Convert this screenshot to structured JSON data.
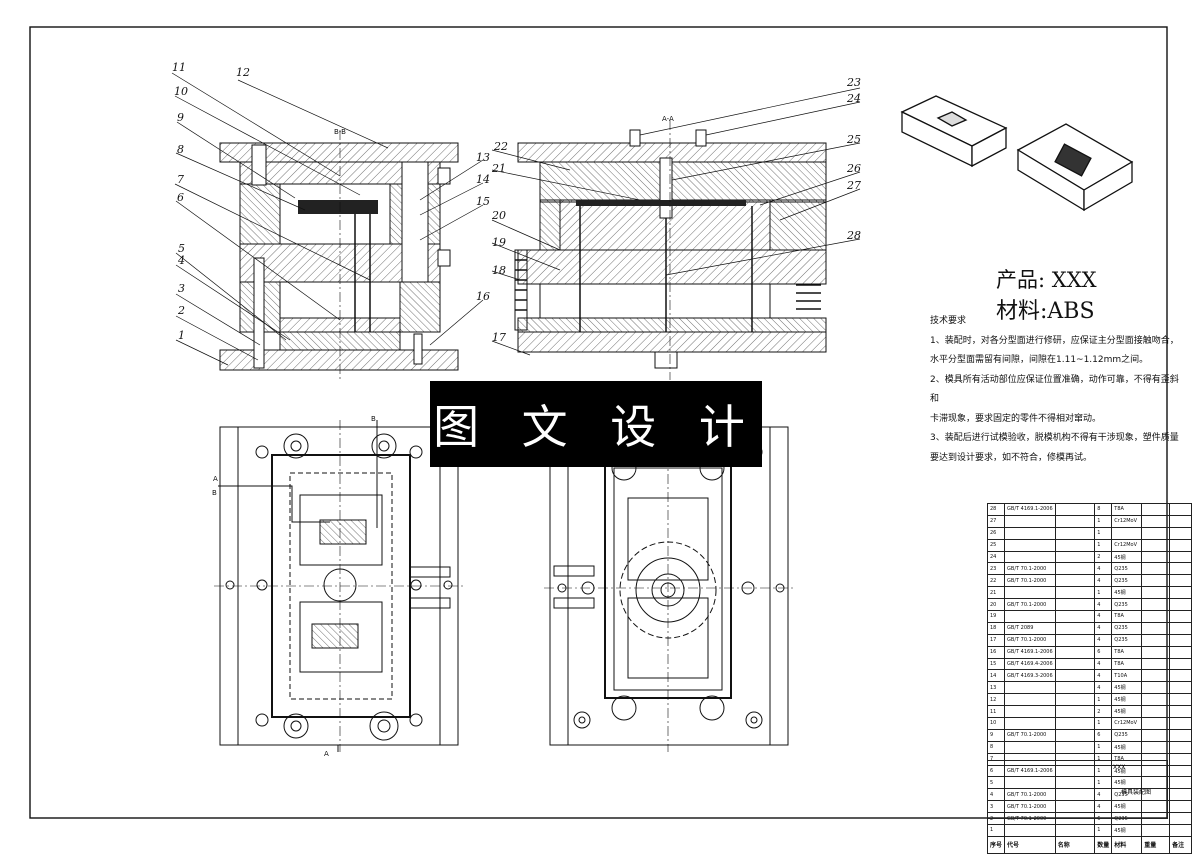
{
  "sheet": {
    "section_labels": {
      "view1": "B-B",
      "view2": "A-A",
      "cut_left_a": "A",
      "cut_left_b": "B",
      "cut_left_bottom": "A",
      "cut_b2": "B"
    },
    "part_numbers_left": [
      "11",
      "12",
      "10",
      "9",
      "8",
      "7",
      "6",
      "5",
      "4",
      "3",
      "2",
      "1",
      "13",
      "14",
      "15",
      "16"
    ],
    "part_numbers_right": [
      "23",
      "24",
      "22",
      "25",
      "21",
      "26",
      "27",
      "20",
      "19",
      "28",
      "18",
      "17"
    ]
  },
  "banner": {
    "text": "图 文 设 计"
  },
  "product": {
    "label": "产品: XXX"
  },
  "material": {
    "label": "材料:ABS"
  },
  "tech": {
    "title": "技术要求",
    "lines": [
      "1、装配时，对各分型面进行修研，应保证主分型面接触吻合，",
      "水平分型面需留有间隙，间隙在1.11~1.12mm之间。",
      "2、模具所有活动部位应保证位置准确，动作可靠，不得有歪斜和",
      "卡滞现象，要求固定的零件不得相对窜动。",
      "3、装配后进行试模验收，脱模机构不得有干涉现象，塑件质量",
      "要达到设计要求，如不符合，修模再试。"
    ]
  },
  "bom": {
    "rows": [
      [
        "28",
        "GB/T 4169.1-2006",
        "",
        "8",
        "T8A"
      ],
      [
        "27",
        "",
        "",
        "1",
        "Cr12MoV"
      ],
      [
        "26",
        "",
        "",
        "1",
        ""
      ],
      [
        "25",
        "",
        "",
        "1",
        "Cr12MoV"
      ],
      [
        "24",
        "",
        "",
        "2",
        "45钢"
      ],
      [
        "23",
        "GB/T 70.1-2000",
        "",
        "4",
        "Q235"
      ],
      [
        "22",
        "GB/T 70.1-2000",
        "",
        "4",
        "Q235"
      ],
      [
        "21",
        "",
        "",
        "1",
        "45钢"
      ],
      [
        "20",
        "GB/T 70.1-2000",
        "",
        "4",
        "Q235"
      ],
      [
        "19",
        "",
        "",
        "4",
        "T8A"
      ],
      [
        "18",
        "GB/T 2089",
        "",
        "4",
        "Q235"
      ],
      [
        "17",
        "GB/T 70.1-2000",
        "",
        "4",
        "Q235"
      ],
      [
        "16",
        "GB/T 4169.1-2006",
        "",
        "6",
        "T8A"
      ],
      [
        "15",
        "GB/T 4169.4-2006",
        "",
        "4",
        "T8A"
      ],
      [
        "14",
        "GB/T 4169.3-2006",
        "",
        "4",
        "T10A"
      ],
      [
        "13",
        "",
        "",
        "4",
        "45钢"
      ],
      [
        "12",
        "",
        "",
        "1",
        "45钢"
      ],
      [
        "11",
        "",
        "",
        "2",
        "45钢"
      ],
      [
        "10",
        "",
        "",
        "1",
        "Cr12MoV"
      ],
      [
        "9",
        "GB/T 70.1-2000",
        "",
        "6",
        "Q235"
      ],
      [
        "8",
        "",
        "",
        "1",
        "45钢"
      ],
      [
        "7",
        "",
        "",
        "1",
        "T8A"
      ],
      [
        "6",
        "GB/T 4169.1-2006",
        "",
        "1",
        "45钢"
      ],
      [
        "5",
        "",
        "",
        "1",
        "45钢"
      ],
      [
        "4",
        "GB/T 70.1-2000",
        "",
        "4",
        "Q235"
      ],
      [
        "3",
        "GB/T 70.1-2000",
        "",
        "4",
        "45钢"
      ],
      [
        "2",
        "GB/T 70.1-2000",
        "",
        "6",
        "Q235"
      ],
      [
        "1",
        "",
        "",
        "1",
        "45钢"
      ]
    ],
    "header": [
      "序号",
      "代号",
      "名称",
      "数量",
      "材料",
      "重量",
      "备注"
    ]
  },
  "title_block": {
    "name": "XXX",
    "drawing": "模具装配图"
  }
}
